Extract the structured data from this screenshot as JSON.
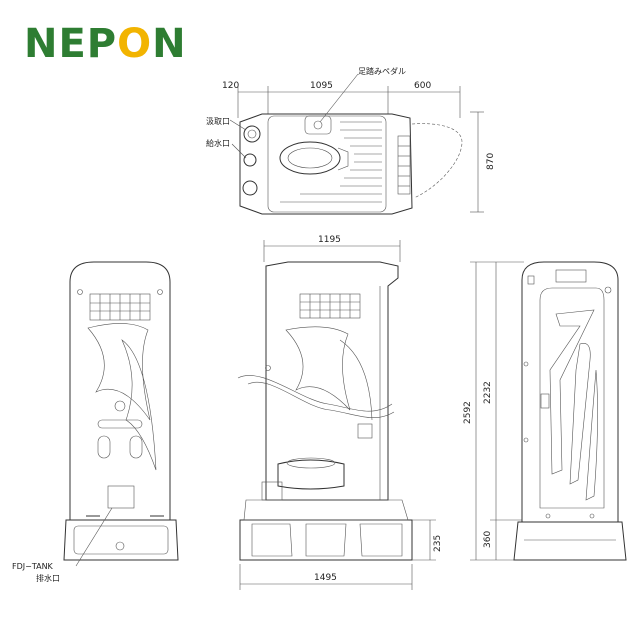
{
  "logo": {
    "text": "NEPON",
    "color": "#2e7d32",
    "accent": "#f2b400"
  },
  "top_view": {
    "dims": {
      "left": "120",
      "middle": "1095",
      "right": "600",
      "depth": "870"
    },
    "labels": {
      "pedal": "足踏みペダル",
      "suction_port": "汲取口",
      "water_inlet": "給水口"
    }
  },
  "front_view": {
    "labels": {
      "tank": "FDJ−TANK",
      "drain": "排水口"
    }
  },
  "side_view": {
    "dims": {
      "top_width": "1195",
      "base_width": "1495",
      "base_height": "235"
    }
  },
  "door_view": {
    "dims": {
      "total_height": "2592",
      "body_height": "2232",
      "base_height": "360"
    }
  }
}
